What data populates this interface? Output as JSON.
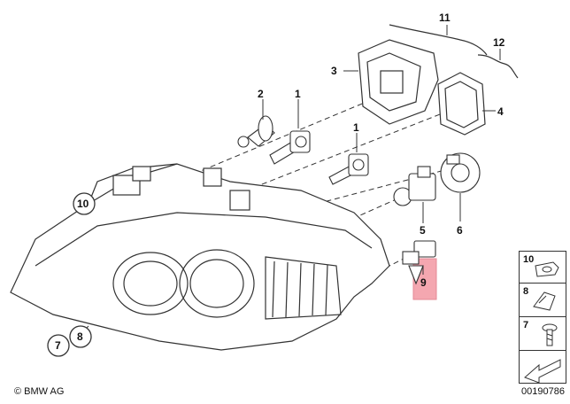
{
  "callouts": {
    "c1a": "1",
    "c1b": "1",
    "c2": "2",
    "c3": "3",
    "c4": "4",
    "c5": "5",
    "c6": "6",
    "c9": "9",
    "c11": "11",
    "c12": "12"
  },
  "circled": {
    "c10": "10",
    "c7": "7",
    "c8": "8"
  },
  "legend": {
    "item10": "10",
    "item8": "8",
    "item7": "7"
  },
  "footer": {
    "copyright": "© BMW AG",
    "diagram_id": "00190786"
  },
  "colors": {
    "highlight": "#f4a7b0",
    "line": "#333333",
    "text": "#111111"
  }
}
